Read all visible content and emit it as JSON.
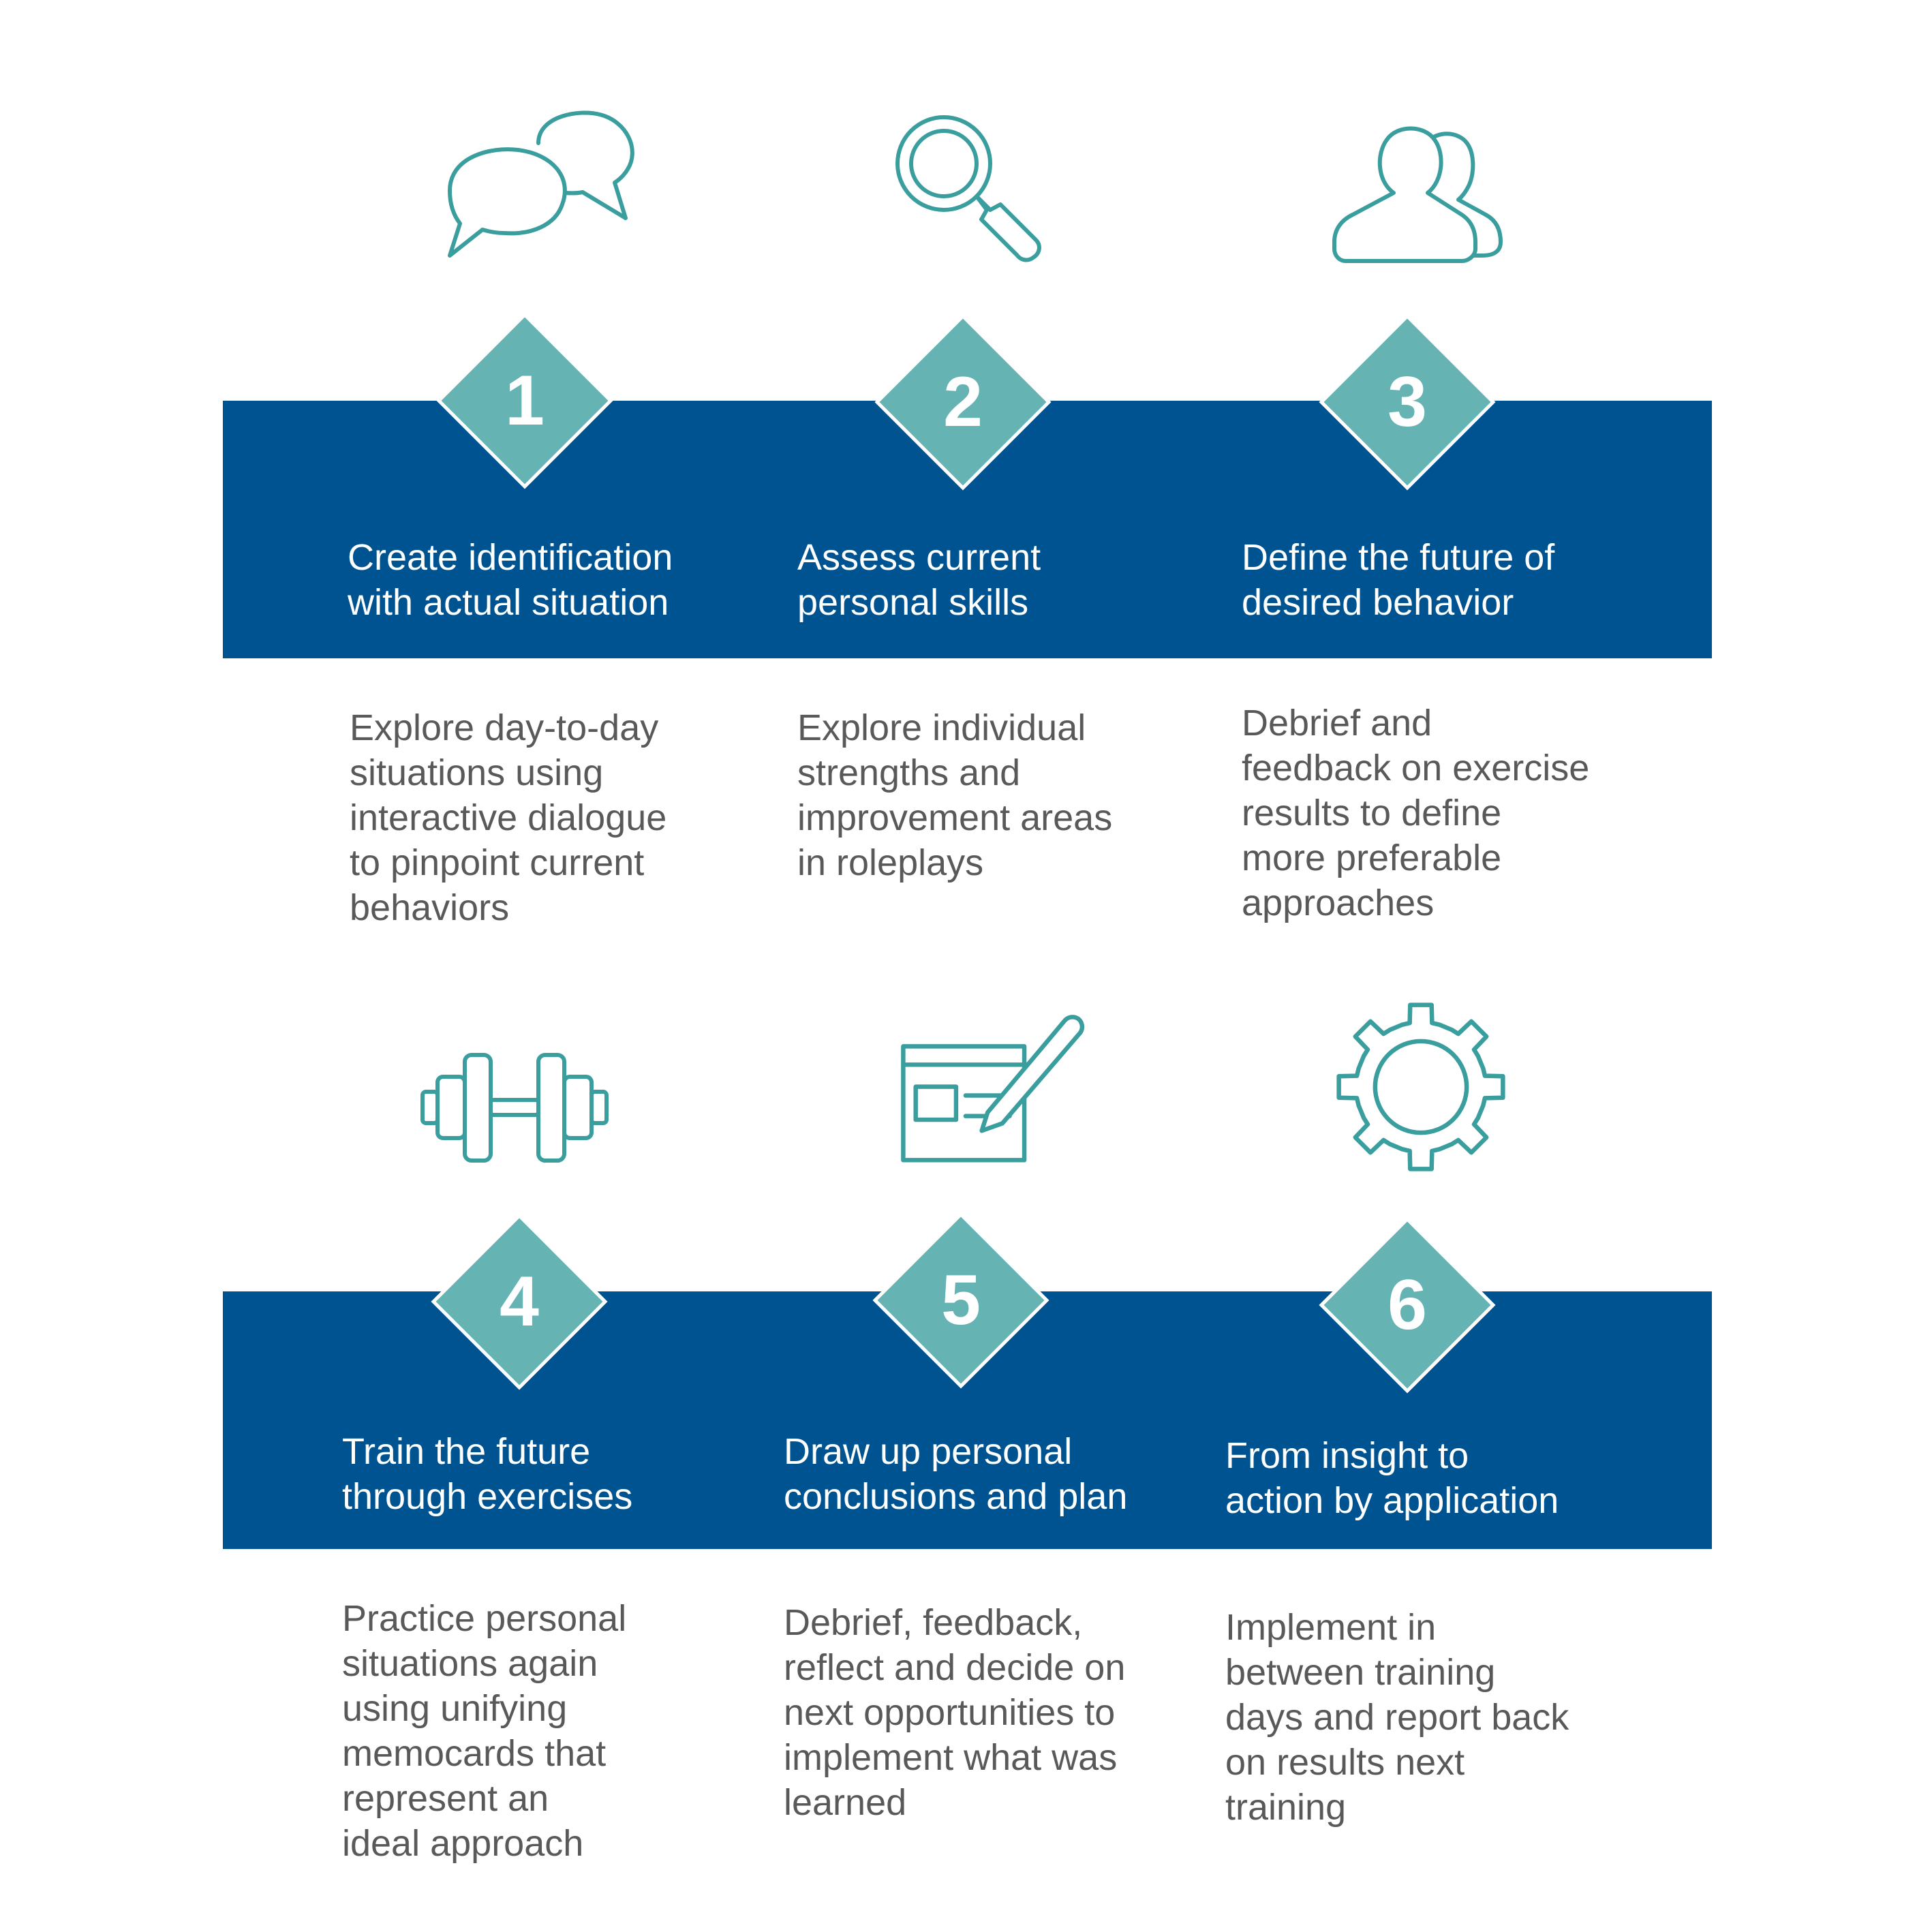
{
  "colors": {
    "band": "#005391",
    "teal": "#66b3b3",
    "icon_stroke": "#3a9e9e",
    "title_text": "#ffffff",
    "desc_text": "#595959"
  },
  "steps": [
    {
      "number": "1",
      "icon": "speech-bubbles-icon",
      "title_lines": [
        "Create identification",
        "with actual situation"
      ],
      "desc_lines": [
        "Explore day-to-day",
        "situations using",
        "interactive dialogue",
        "to pinpoint current",
        "behaviors"
      ]
    },
    {
      "number": "2",
      "icon": "magnifier-icon",
      "title_lines": [
        "Assess current",
        "personal skills"
      ],
      "desc_lines": [
        "Explore individual",
        "strengths and",
        "improvement areas",
        "in roleplays"
      ]
    },
    {
      "number": "3",
      "icon": "people-icon",
      "title_lines": [
        "Define the future of",
        "desired behavior"
      ],
      "desc_lines": [
        "Debrief and",
        "feedback on exercise",
        "results to define",
        "more preferable",
        "approaches"
      ]
    },
    {
      "number": "4",
      "icon": "dumbbell-icon",
      "title_lines": [
        "Train the future",
        "through exercises"
      ],
      "desc_lines": [
        "Practice personal",
        "situations again",
        "using unifying",
        "memocards that",
        "represent an",
        "ideal approach"
      ]
    },
    {
      "number": "5",
      "icon": "form-pencil-icon",
      "title_lines": [
        "Draw up personal",
        "conclusions and plan"
      ],
      "desc_lines": [
        "Debrief, feedback,",
        "reflect and decide on",
        "next opportunities to",
        "implement what was",
        "learned"
      ]
    },
    {
      "number": "6",
      "icon": "gear-icon",
      "title_lines": [
        "From insight to",
        "action by application"
      ],
      "desc_lines": [
        "Implement in",
        "between training",
        "days and report back",
        "on results next",
        "training"
      ]
    }
  ]
}
